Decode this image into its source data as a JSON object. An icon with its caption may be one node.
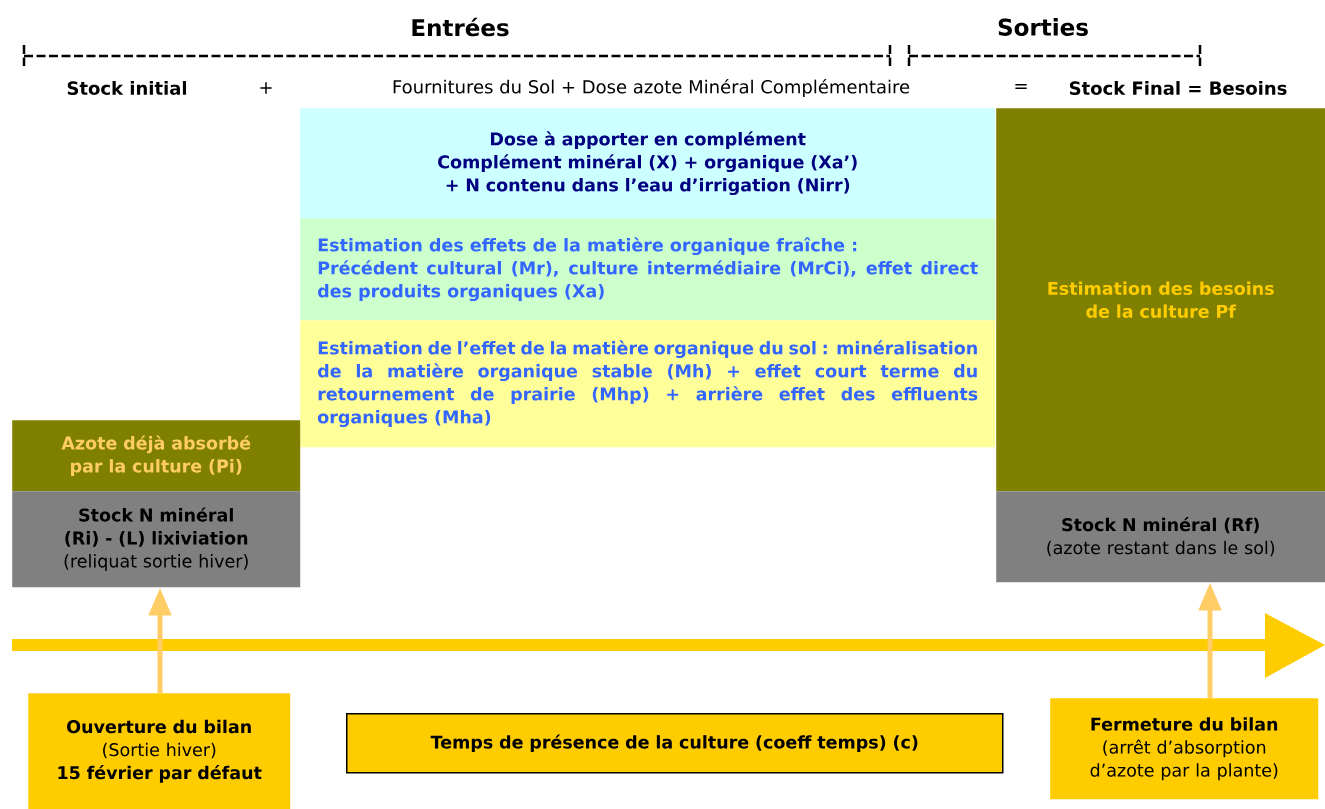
{
  "diagram": {
    "nodes": [
      {
        "text": [
          "Dose à apporter en complément",
          "Complément minéral (X) + organique (Xa’) + N contenu dans l’eau d’irrigation (Nirr)"
        ]
      },
      {
        "text": [
          "Estimation des effets de la matière organique fraîche :",
          "Précédent cultural (Mr), culture intermédiaire (MrCi), effet direct des produits organiques (Xa)"
        ]
      },
      {
        "text": [
          "Estimation de l’effet de la matière organique du sol : minéralisation de la matière organique stable (Mh) + effet court terme du retournement de prairie (Mhp) + arrière effet des effluents organiques (Mha)"
        ]
      },
      {
        "text": [
          "Azote déjà absorbé par la culture (Pi)"
        ]
      },
      {
        "text": [
          "Stock N minéral (Ri) - (L) lixiviation",
          "(reliquat sortie hiver)"
        ]
      },
      {
        "text": [
          "Estimation des besoins de la culture Pf"
        ]
      },
      {
        "text": [
          "Stock N minéral (Rf)",
          "(azote restant dans le sol)"
        ]
      },
      {
        "text": [
          "Ouverture du bilan",
          "(Sortie hiver)",
          "15 février par défaut"
        ]
      },
      {
        "text": [
          "Temps de présence de la culture (coeff temps) (c)"
        ]
      },
      {
        "text": [
          "Fermeture du bilan",
          "(arrêt d’absorption d’azote par la plante)"
        ]
      }
    ],
    "edges": [
      {
        "from": 7,
        "to": 4,
        "arrow": "to"
      },
      {
        "from": 9,
        "to": 6,
        "arrow": "to"
      }
    ],
    "labels": [
      "Entrées",
      "Sorties",
      "Stock initial",
      "+",
      "Fournitures du Sol + Dose azote Minéral Complémentaire",
      "=",
      "Stock Final = Besoins"
    ]
  }
}
